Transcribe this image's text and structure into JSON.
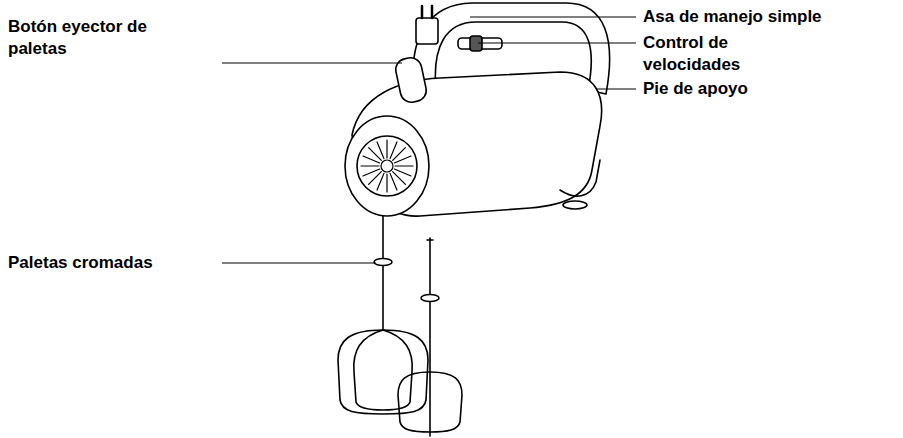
{
  "diagram": {
    "labels": [
      "Botón eyector de paletas",
      "Asa de manejo simple",
      "Control de velocidades",
      "Pie de apoyo",
      "Paletas cromadas"
    ]
  }
}
